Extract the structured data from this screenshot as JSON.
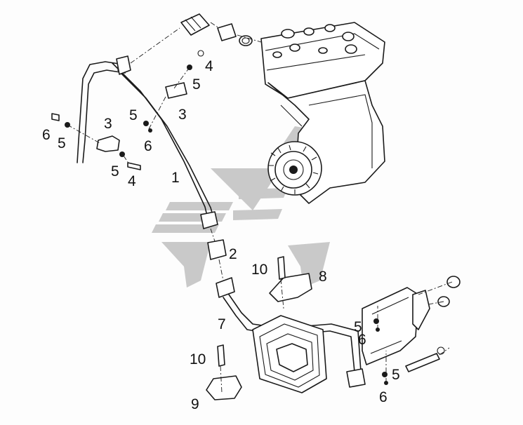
{
  "diagram": {
    "background_color": "#fdfdfd",
    "line_color": "#1a1a1a",
    "watermark_color": "#c9c9c9",
    "callouts": {
      "c1": "1",
      "c2": "2",
      "c3a": "3",
      "c3b": "3",
      "c4a": "4",
      "c4b": "4",
      "c5a": "5",
      "c5b": "5",
      "c5c": "5",
      "c5d": "5",
      "c5e": "5",
      "c5f": "5",
      "c6a": "6",
      "c6b": "6",
      "c6c": "6",
      "c6d": "6",
      "c7": "7",
      "c8": "8",
      "c9": "9",
      "c10a": "10",
      "c10b": "10"
    }
  }
}
